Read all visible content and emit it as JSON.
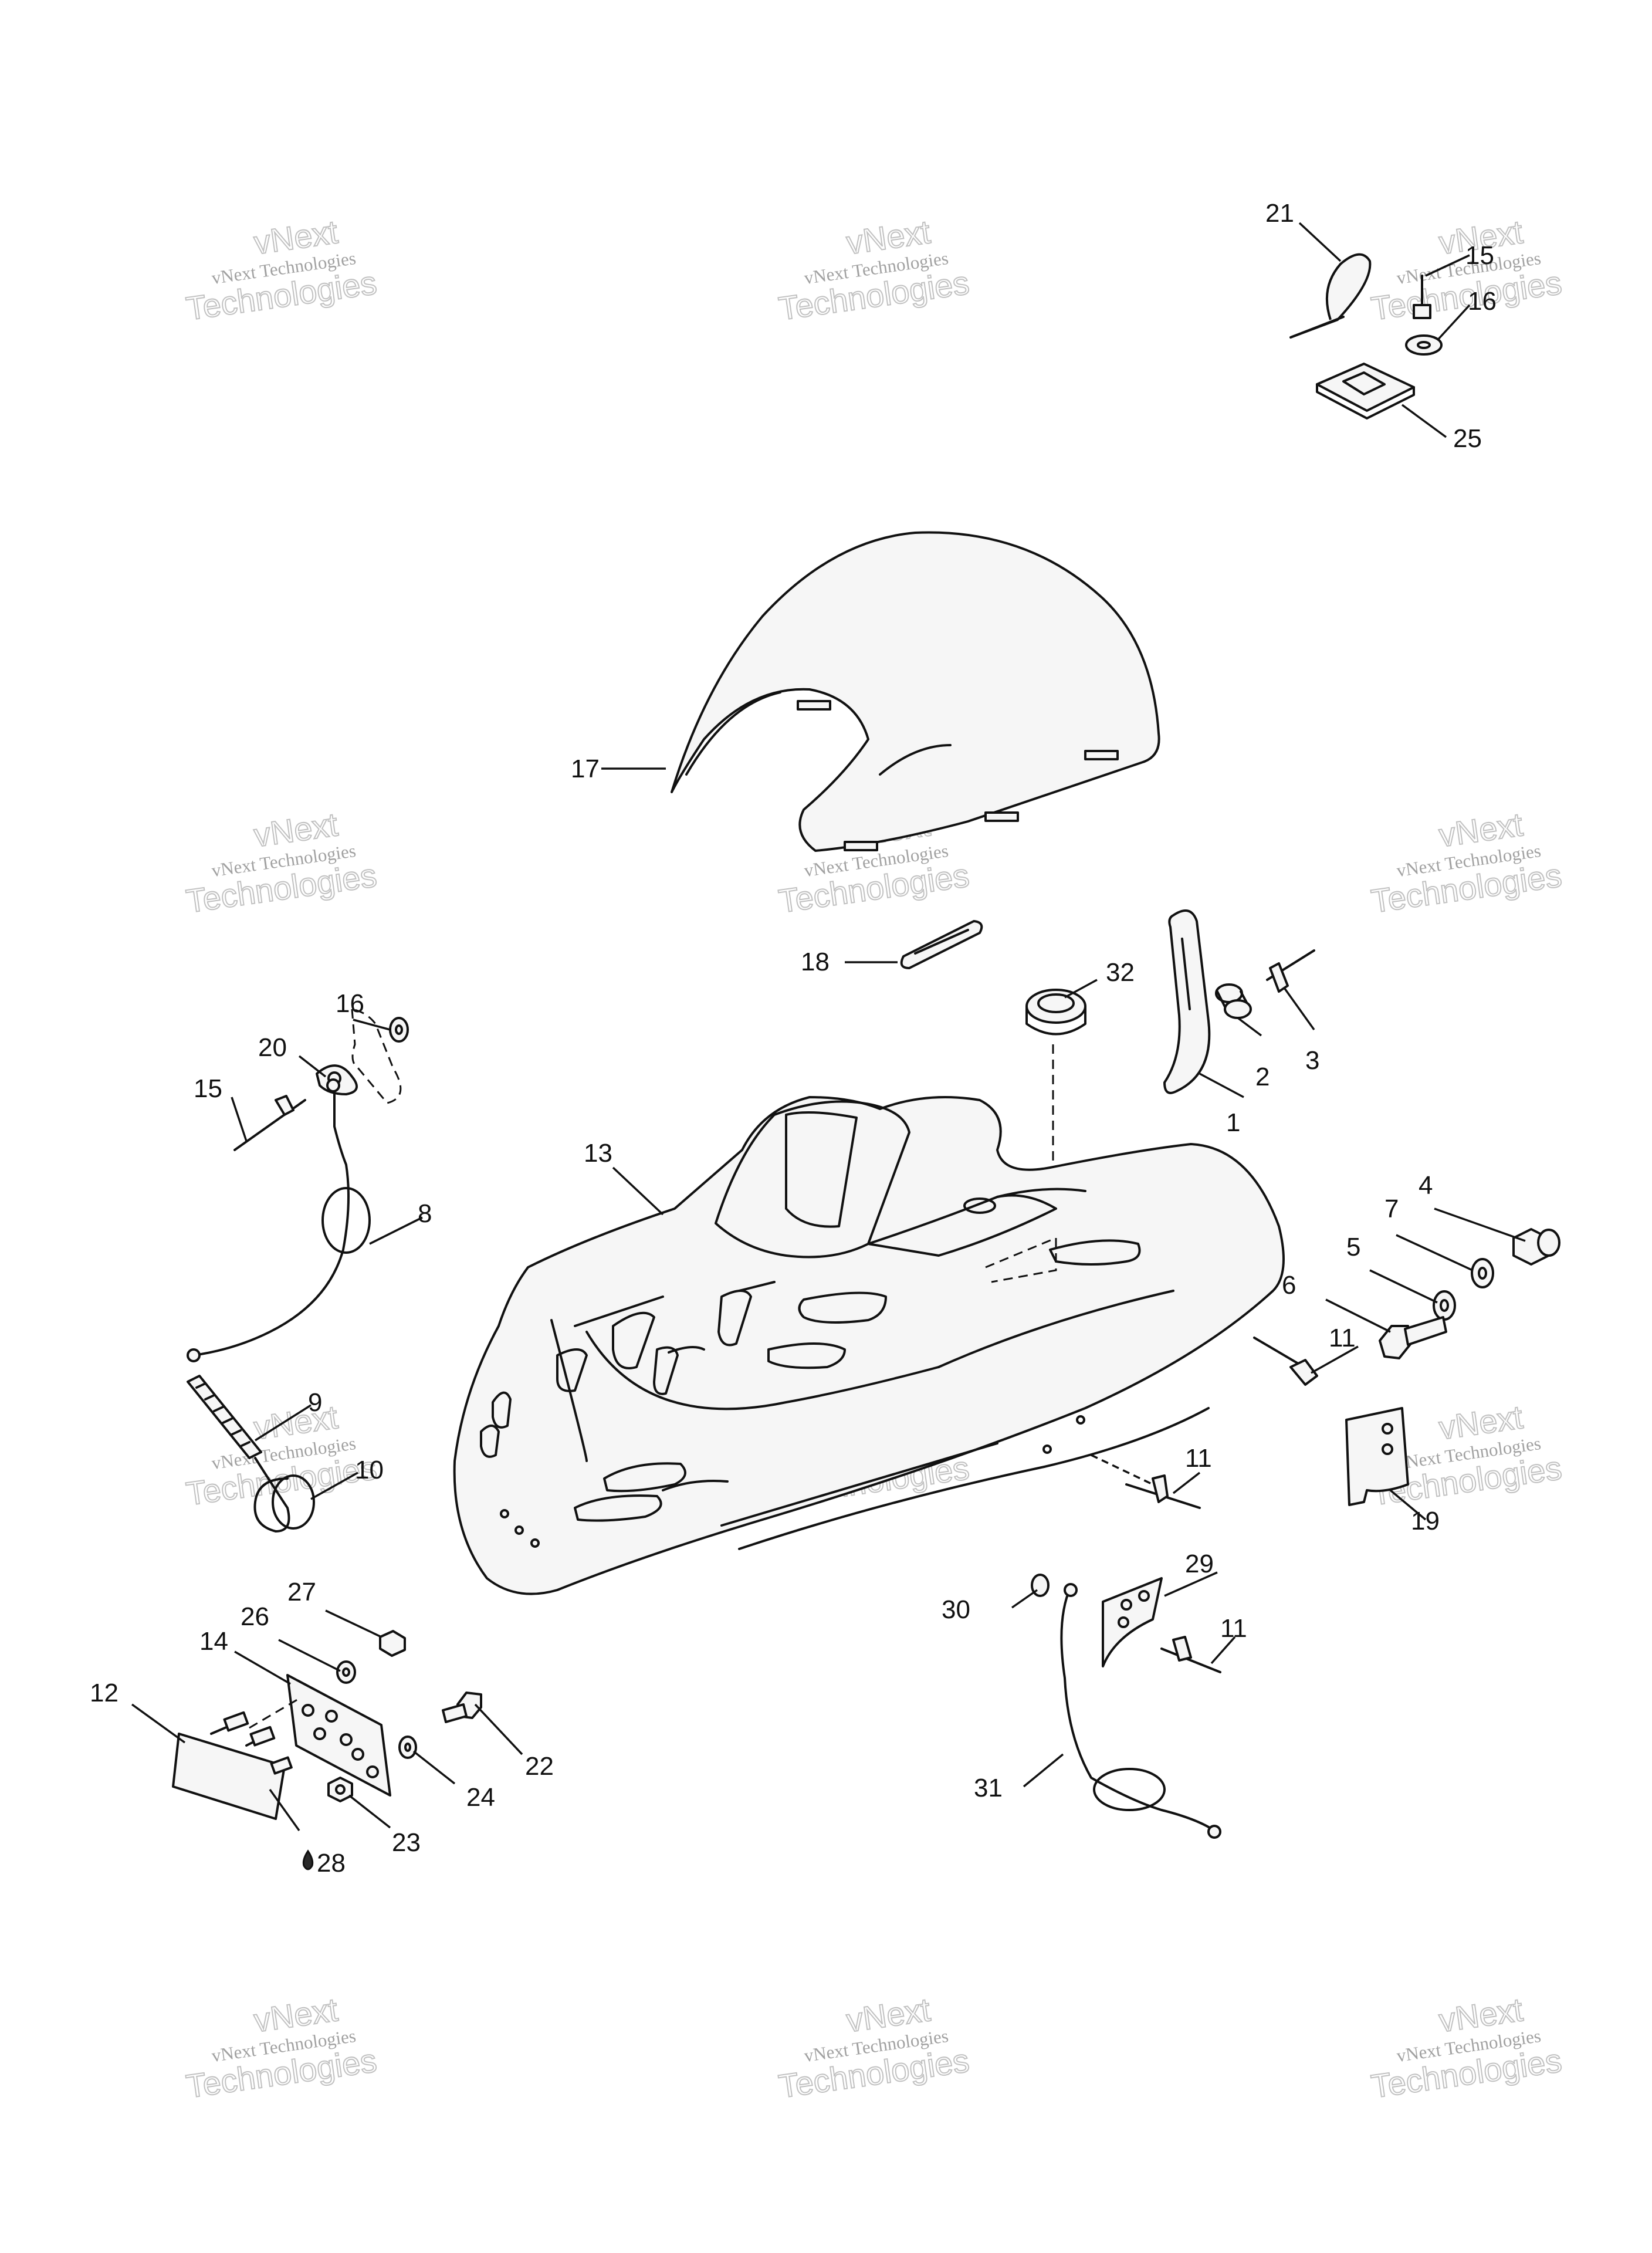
{
  "watermark": {
    "line1": "vNext Technologies",
    "line2": "vNext",
    "line3": "Technologies"
  },
  "callouts": {
    "c1": "1",
    "c2": "2",
    "c3": "3",
    "c4": "4",
    "c5": "5",
    "c6": "6",
    "c7": "7",
    "c8": "8",
    "c9": "9",
    "c10": "10",
    "c11": "11",
    "c12": "12",
    "c13": "13",
    "c14": "14",
    "c15": "15",
    "c16": "16",
    "c17": "17",
    "c18": "18",
    "c19": "19",
    "c20": "20",
    "c21": "21",
    "c22": "22",
    "c23": "23",
    "c24": "24",
    "c25": "25",
    "c26": "26",
    "c27": "27",
    "c28": "28",
    "c29": "29",
    "c30": "30",
    "c31": "31",
    "c32": "32"
  }
}
